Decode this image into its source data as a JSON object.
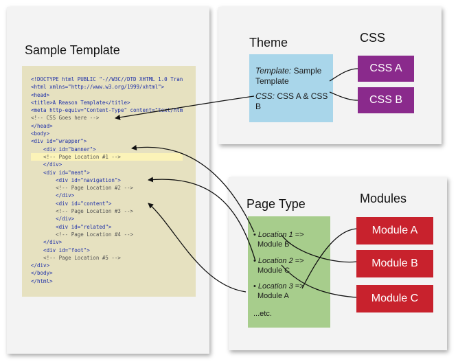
{
  "template_panel": {
    "heading": "Sample Template",
    "code_lines": [
      {
        "text": "<!DOCTYPE html PUBLIC \"-//W3C//DTD XHTML 1.0 Tran",
        "kind": "tag"
      },
      {
        "text": "<html xmlns=\"http://www.w3.org/1999/xhtml\">",
        "kind": "tag"
      },
      {
        "text": "<head>",
        "kind": "tag"
      },
      {
        "text": "<title>A Reason Template</title>",
        "kind": "tag"
      },
      {
        "text": "<meta http-equiv=\"Content-Type\" content=\"text/htm",
        "kind": "tag"
      },
      {
        "text": "<!-- CSS Goes here -->",
        "kind": "comment"
      },
      {
        "text": "</head>",
        "kind": "tag"
      },
      {
        "text": "<body>",
        "kind": "tag"
      },
      {
        "text": "<div id=\"wrapper\">",
        "kind": "tag"
      },
      {
        "text": "    <div id=\"banner\">",
        "kind": "tag"
      },
      {
        "text": "    <!-- Page Location #1 -->",
        "kind": "comment",
        "highlight": true
      },
      {
        "text": "    </div>",
        "kind": "tag"
      },
      {
        "text": "    <div id=\"meat\">",
        "kind": "tag"
      },
      {
        "text": "        <div id=\"navigation\">",
        "kind": "tag"
      },
      {
        "text": "        <!-- Page Location #2 -->",
        "kind": "comment"
      },
      {
        "text": "        </div>",
        "kind": "tag"
      },
      {
        "text": "        <div id=\"content\">",
        "kind": "tag"
      },
      {
        "text": "        <!-- Page Location #3 -->",
        "kind": "comment"
      },
      {
        "text": "        </div>",
        "kind": "tag"
      },
      {
        "text": "        <div id=\"related\">",
        "kind": "tag"
      },
      {
        "text": "        <!-- Page Location #4 -->",
        "kind": "comment"
      },
      {
        "text": "    </div>",
        "kind": "tag"
      },
      {
        "text": "    <div id=\"foot\">",
        "kind": "tag"
      },
      {
        "text": "    <!-- Page Location #5 -->",
        "kind": "comment"
      },
      {
        "text": "</div>",
        "kind": "tag"
      },
      {
        "text": "</body>",
        "kind": "tag"
      },
      {
        "text": "</html>",
        "kind": "tag"
      }
    ]
  },
  "theme_panel": {
    "heading": "Theme",
    "css_heading": "CSS",
    "box": {
      "template_label": "Template:",
      "template_value": " Sample Template",
      "css_label": "CSS:",
      "css_value": " CSS A & CSS B"
    },
    "css_boxes": [
      "CSS A",
      "CSS B"
    ],
    "colors": {
      "theme_box": "#a9d6ea",
      "css_box": "#8a2a8c"
    }
  },
  "pagetype_panel": {
    "heading": "Page Type",
    "modules_heading": "Modules",
    "entries": [
      {
        "bullet": "• ",
        "location": "Location 1",
        "arrow": " =>",
        "module": "Module B"
      },
      {
        "bullet": "• ",
        "location": "Location 2",
        "arrow": " =>",
        "module": "Module C"
      },
      {
        "bullet": "• ",
        "location": "Location 3",
        "arrow": " =>",
        "module": "Module A"
      }
    ],
    "etc": "...etc.",
    "modules": [
      "Module A",
      "Module B",
      "Module C"
    ],
    "colors": {
      "pagetype_box": "#a7cd8c",
      "module_box": "#c8222d"
    }
  }
}
